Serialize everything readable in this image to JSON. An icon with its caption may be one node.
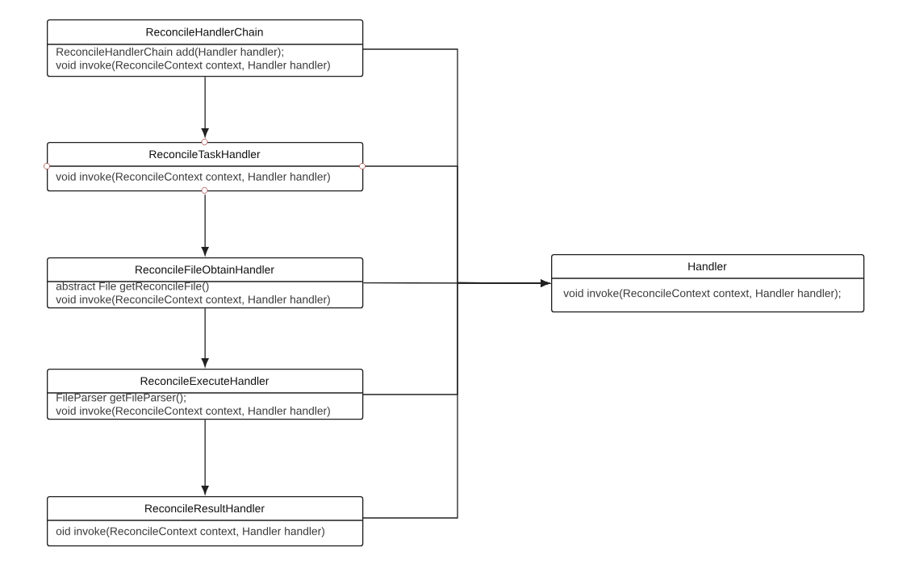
{
  "diagram": {
    "nodes": [
      {
        "text": [
          "ReconcileHandlerChain",
          "ReconcileHandlerChain add(Handler handler);",
          "void invoke(ReconcileContext context, Handler handler)"
        ]
      },
      {
        "text": [
          "ReconcileTaskHandler",
          "void invoke(ReconcileContext context, Handler handler)"
        ]
      },
      {
        "text": [
          "ReconcileFileObtainHandler",
          "abstract File getReconcileFile()",
          "void invoke(ReconcileContext context, Handler handler)"
        ]
      },
      {
        "text": [
          "ReconcileExecuteHandler",
          "FileParser getFileParser();",
          "void invoke(ReconcileContext context, Handler handler)"
        ]
      },
      {
        "text": [
          "ReconcileResultHandler",
          "oid invoke(ReconcileContext context, Handler handler)"
        ]
      },
      {
        "text": [
          "Handler",
          "void invoke(ReconcileContext context, Handler handler);"
        ]
      }
    ],
    "edges": [
      {
        "from": 0,
        "to": 1,
        "arrow": "to"
      },
      {
        "from": 1,
        "to": 2,
        "arrow": "to"
      },
      {
        "from": 2,
        "to": 3,
        "arrow": "to"
      },
      {
        "from": 3,
        "to": 4,
        "arrow": "to"
      },
      {
        "from": 0,
        "to": 5,
        "arrow": "to"
      },
      {
        "from": 1,
        "to": 5,
        "arrow": "to"
      },
      {
        "from": 2,
        "to": 5,
        "arrow": "to"
      },
      {
        "from": 3,
        "to": 5,
        "arrow": "to"
      },
      {
        "from": 4,
        "to": 5,
        "arrow": "to"
      }
    ]
  }
}
